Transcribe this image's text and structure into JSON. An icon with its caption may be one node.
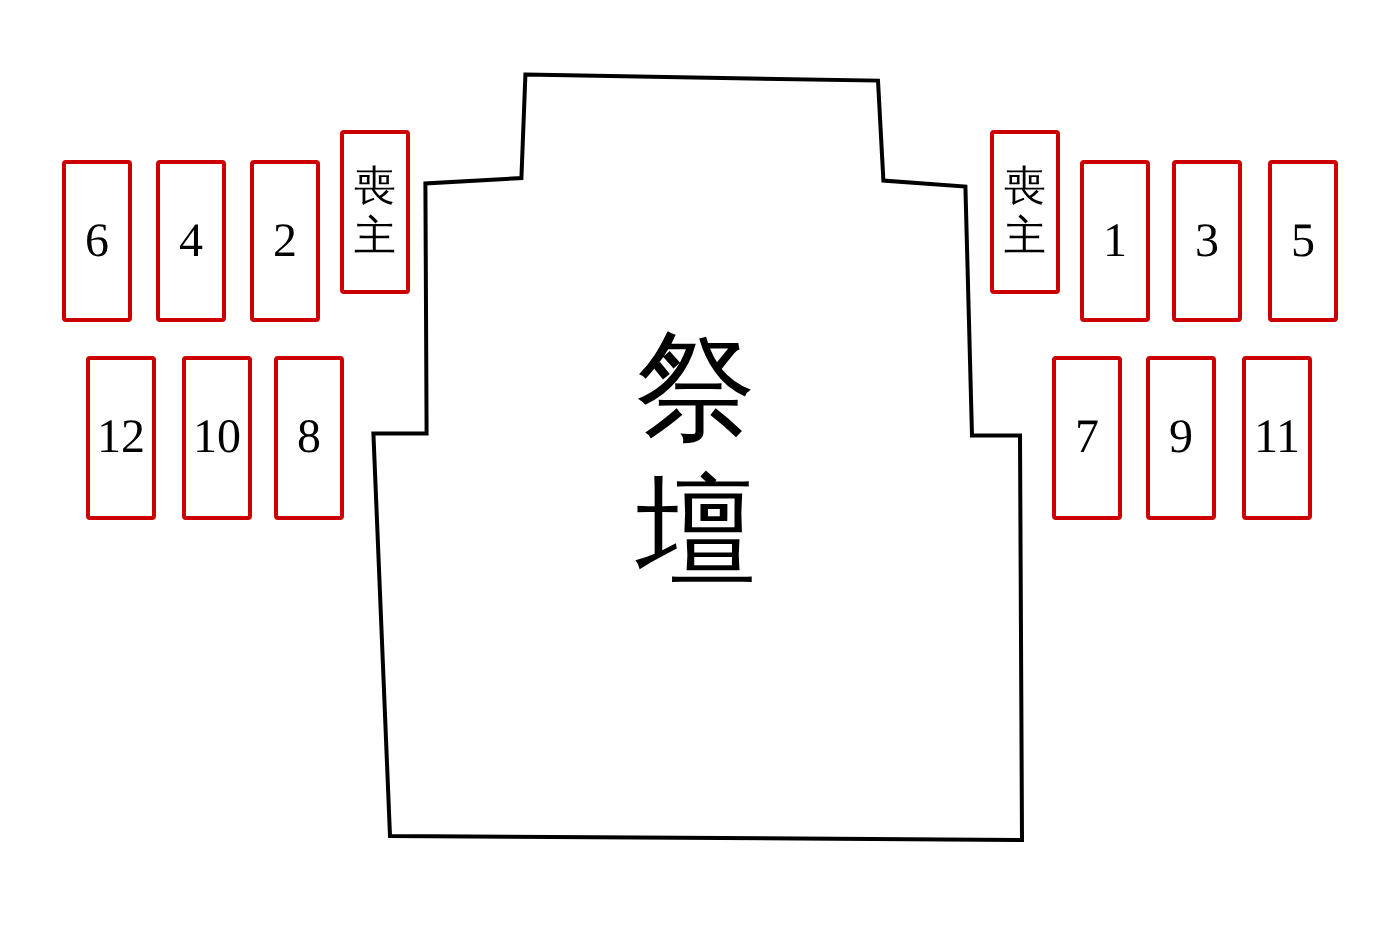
{
  "diagram": {
    "nodes": [
      {
        "text": [
          "祭壇"
        ]
      },
      {
        "text": [
          "6"
        ]
      },
      {
        "text": [
          "4"
        ]
      },
      {
        "text": [
          "2"
        ]
      },
      {
        "text": [
          "喪主"
        ]
      },
      {
        "text": [
          "喪主"
        ]
      },
      {
        "text": [
          "1"
        ]
      },
      {
        "text": [
          "3"
        ]
      },
      {
        "text": [
          "5"
        ]
      },
      {
        "text": [
          "12"
        ]
      },
      {
        "text": [
          "10"
        ]
      },
      {
        "text": [
          "8"
        ]
      },
      {
        "text": [
          "7"
        ]
      },
      {
        "text": [
          "9"
        ]
      },
      {
        "text": [
          "11"
        ]
      }
    ]
  }
}
